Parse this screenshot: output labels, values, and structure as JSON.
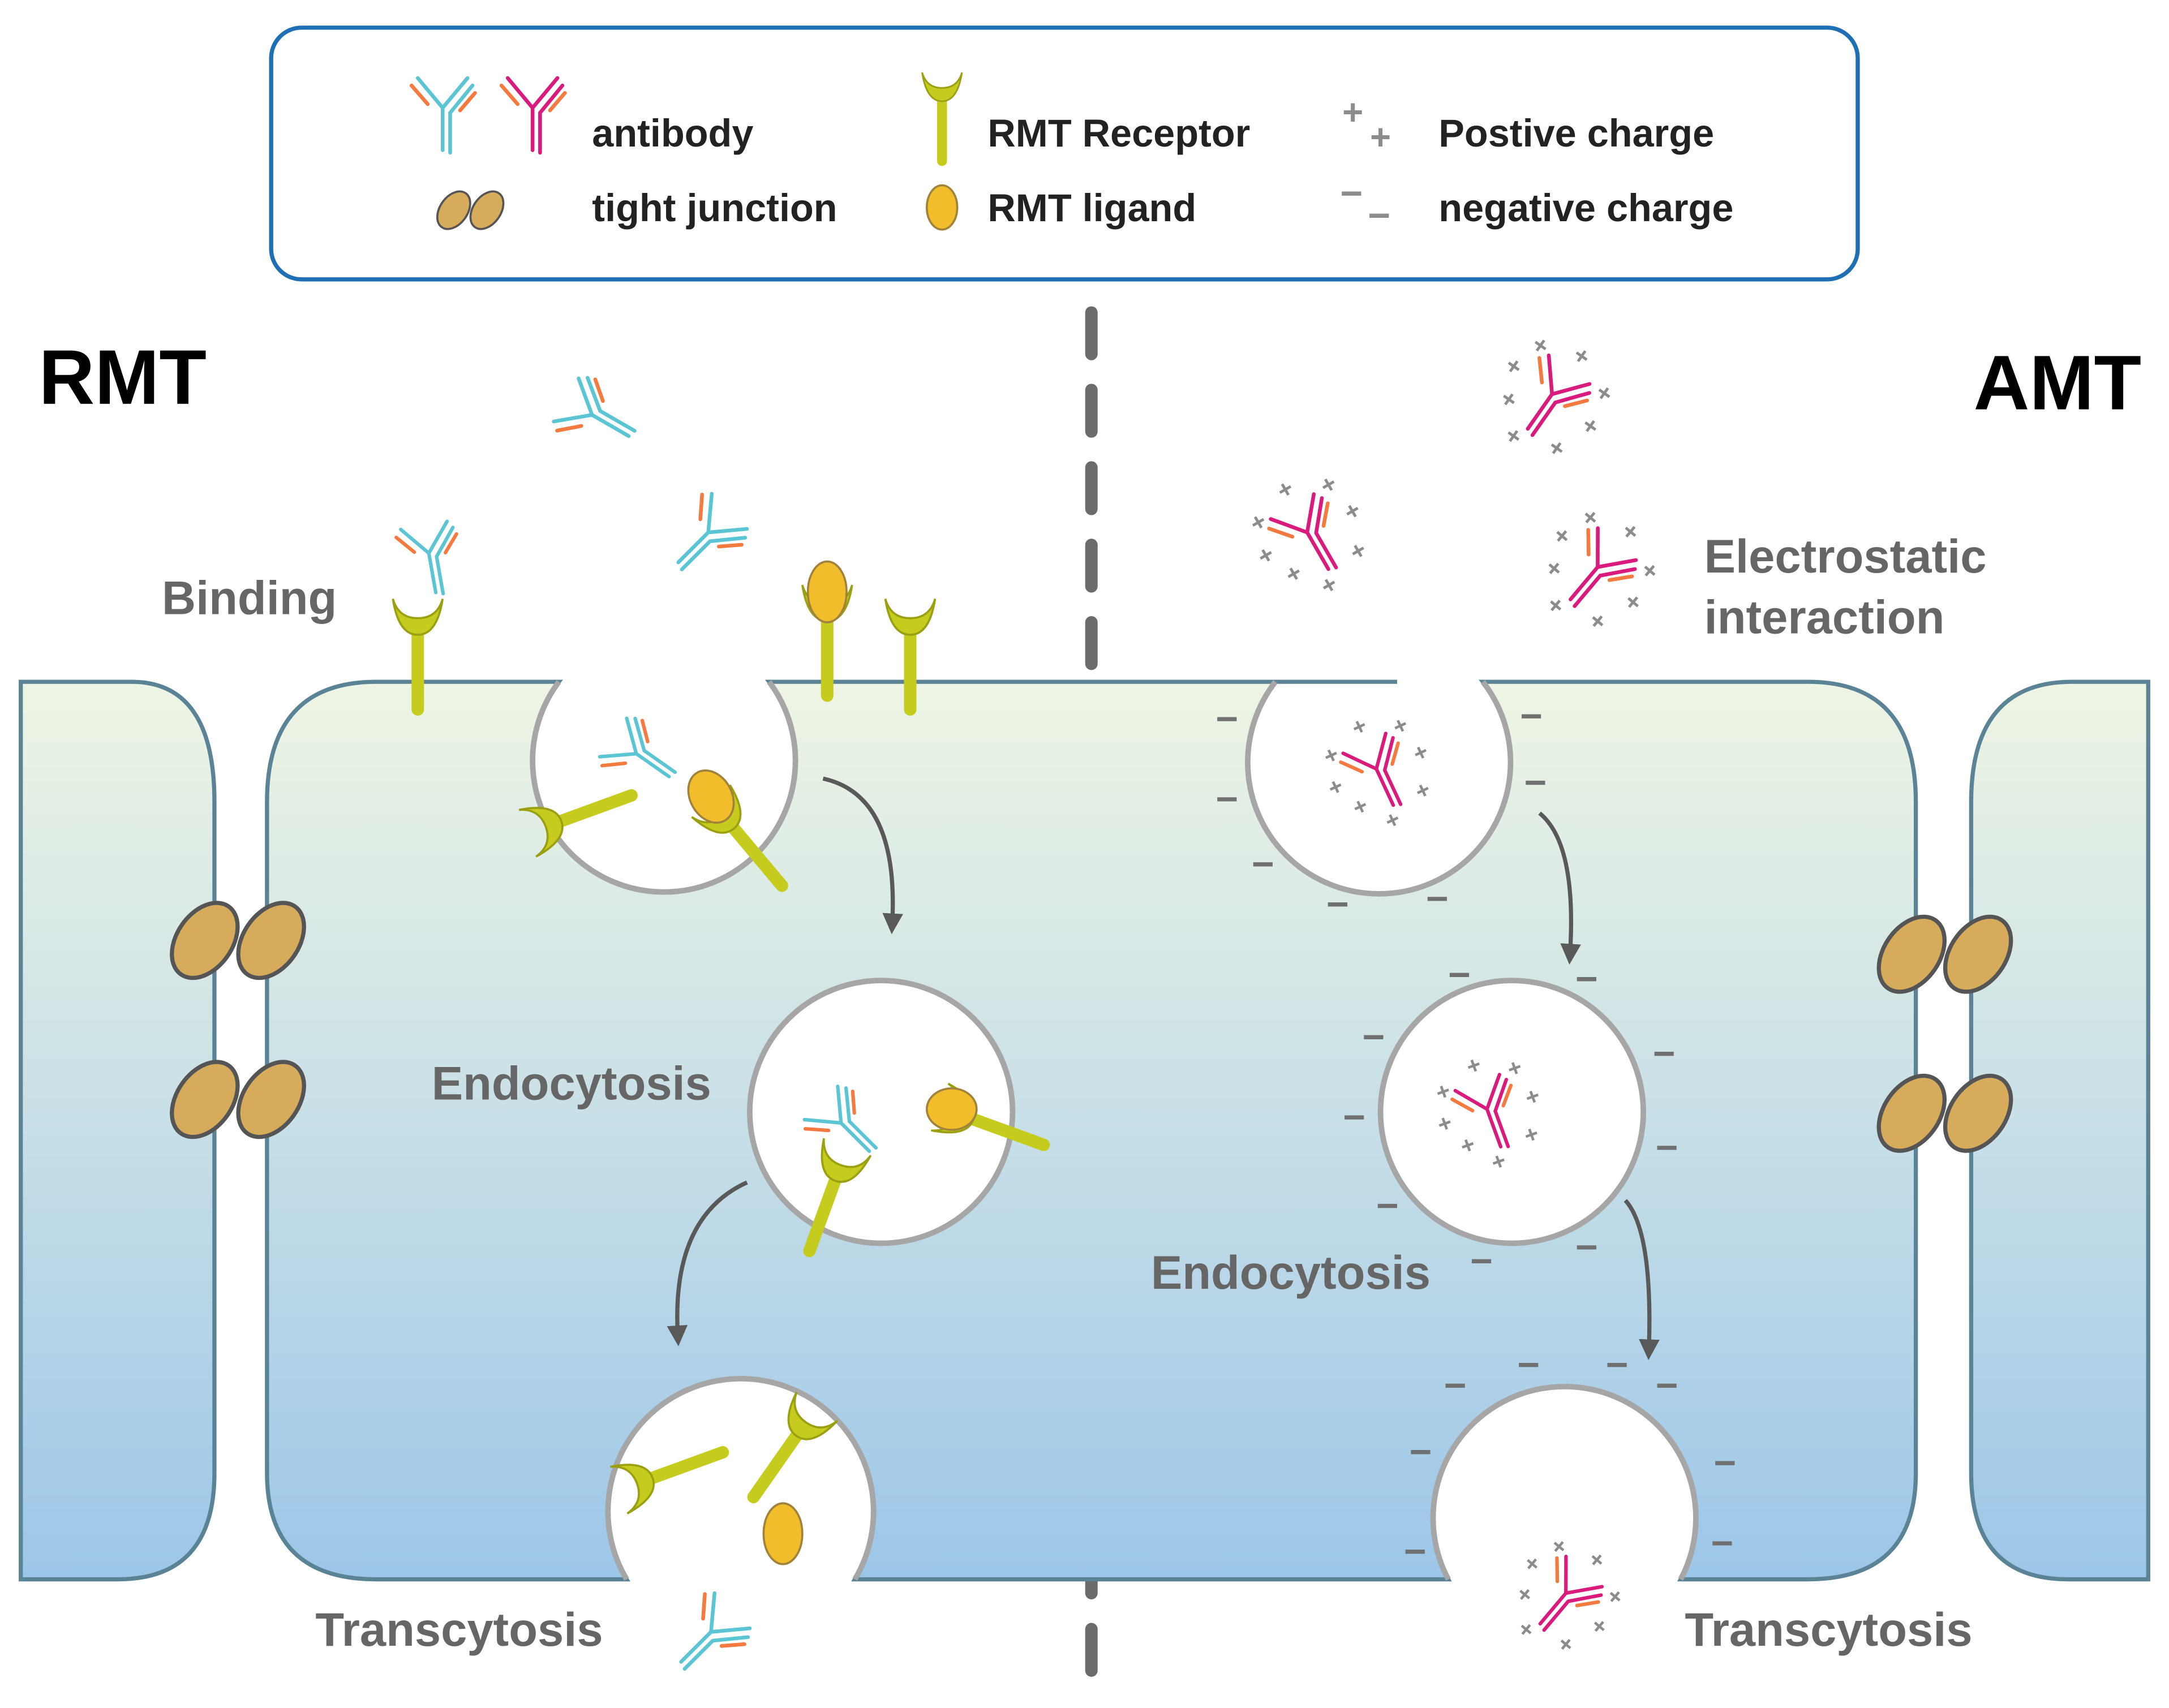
{
  "legend": {
    "antibody": "antibody",
    "tight_junction": "tight junction",
    "rmt_receptor": "RMT Receptor",
    "rmt_ligand": "RMT ligand",
    "positive_charge": "Postive charge",
    "negative_charge": "negative charge"
  },
  "rmt": {
    "title": "RMT",
    "binding": "Binding",
    "endocytosis": "Endocytosis",
    "transcytosis": "Transcytosis"
  },
  "amt": {
    "title": "AMT",
    "electrostatic_line1": "Electrostatic",
    "electrostatic_line2": "interaction",
    "endocytosis": "Endocytosis",
    "transcytosis": "Transcytosis"
  },
  "colors": {
    "cyan": "#5cc5d4",
    "magenta": "#d81b7c",
    "orange": "#f47a3f",
    "receptor": "#c5cc1e",
    "receptor_stroke": "#9aa010",
    "ligand": "#f2bd2b",
    "junction": "#d7ab5c",
    "cell_stroke": "#5b8396",
    "vesicle_stroke": "#a6a6a6",
    "arrow": "#595959",
    "charge": "#8c8c8c",
    "label": "#666666",
    "legend_border": "#1f6fb5",
    "divider": "#6b6b6b"
  }
}
